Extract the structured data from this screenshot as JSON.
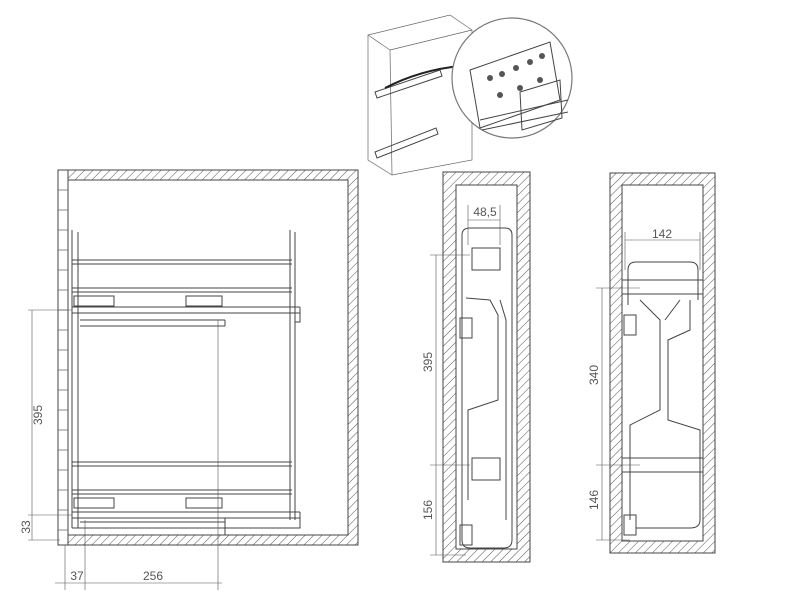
{
  "drawing": {
    "front_view": {
      "height_dim": "395",
      "bottom_offset_dim": "33",
      "side_offset_dim": "37",
      "depth_dim": "256"
    },
    "side_view_narrow": {
      "width_dim": "48,5",
      "height_dim": "395",
      "bottom_dim": "156"
    },
    "side_view_wide": {
      "width_dim": "142",
      "height_dim": "340",
      "bottom_dim": "146"
    },
    "colors": {
      "line": "#444444",
      "dimension": "#555555",
      "background": "#ffffff"
    }
  }
}
